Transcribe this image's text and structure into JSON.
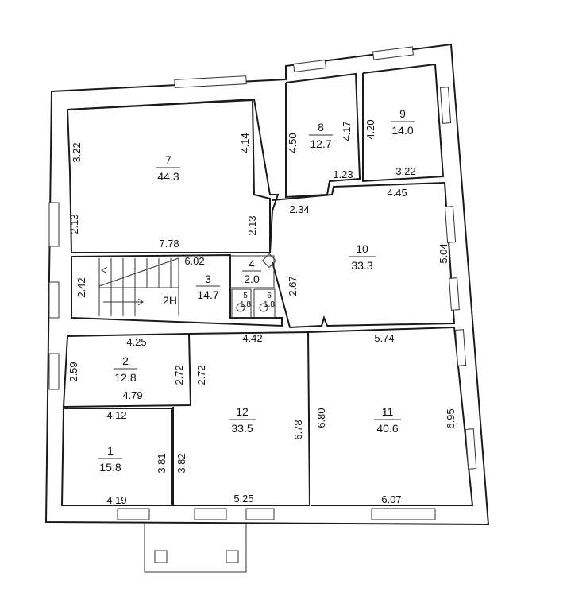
{
  "rooms": [
    {
      "id": "7",
      "area": "44.3"
    },
    {
      "id": "8",
      "area": "12.7"
    },
    {
      "id": "9",
      "area": "14.0"
    },
    {
      "id": "10",
      "area": "33.3"
    },
    {
      "id": "3",
      "area": "14.7"
    },
    {
      "id": "4",
      "area": "2.0"
    },
    {
      "id": "5",
      "area": "1.8"
    },
    {
      "id": "6",
      "area": "1.8"
    },
    {
      "id": "2",
      "area": "12.8"
    },
    {
      "id": "12",
      "area": "33.5"
    },
    {
      "id": "11",
      "area": "40.6"
    },
    {
      "id": "1",
      "area": "15.8"
    }
  ],
  "stair_label": "2H",
  "dimensions": {
    "d1": "3.22",
    "d2": "4.14",
    "d3": "2.13",
    "d4": "2.13",
    "d5": "7.78",
    "d6": "4.50",
    "d7": "4.17",
    "d8": "1.23",
    "d9": "2.34",
    "d10": "4.20",
    "d11": "3.22",
    "d12": "4.45",
    "d13": "5.04",
    "d14": "2.67",
    "d15": "6.02",
    "d16": "2.42",
    "d17": "4.25",
    "d18": "2.59",
    "d19": "2.72",
    "d20": "2.72",
    "d21": "4.79",
    "d22": "4.42",
    "d23": "5.74",
    "d24": "4.12",
    "d25": "3.81",
    "d26": "3.82",
    "d27": "6.78",
    "d28": "6.80",
    "d29": "6.95",
    "d30": "4.19",
    "d31": "5.25",
    "d32": "6.07"
  }
}
